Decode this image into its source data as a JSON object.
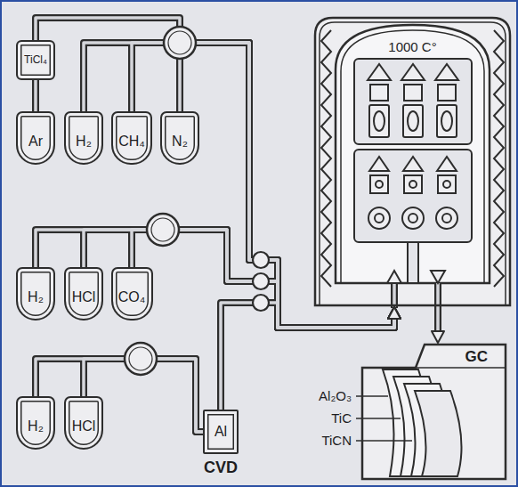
{
  "diagram": {
    "nodes": [
      {
        "text": [
          "TiCl₄"
        ]
      },
      {
        "text": [
          "Ar"
        ]
      },
      {
        "text": [
          "H₂"
        ]
      },
      {
        "text": [
          "CH₄"
        ]
      },
      {
        "text": [
          "N₂"
        ]
      },
      {
        "text": [
          "1000 C°"
        ]
      },
      {
        "text": [
          "H₂"
        ]
      },
      {
        "text": [
          "HCl"
        ]
      },
      {
        "text": [
          "CO₄"
        ]
      },
      {
        "text": [
          "H₂"
        ]
      },
      {
        "text": [
          "HCl"
        ]
      },
      {
        "text": [
          "Al"
        ]
      },
      {
        "text": [
          "GC"
        ]
      }
    ],
    "edges": [
      {
        "from": 1,
        "to": 0,
        "arrow": "none"
      },
      {
        "from": 0,
        "to": 5,
        "arrow": "to"
      },
      {
        "from": 2,
        "to": 5,
        "arrow": "to"
      },
      {
        "from": 3,
        "to": 5,
        "arrow": "to"
      },
      {
        "from": 4,
        "to": 5,
        "arrow": "to"
      },
      {
        "from": 6,
        "to": 5,
        "arrow": "to"
      },
      {
        "from": 7,
        "to": 5,
        "arrow": "to"
      },
      {
        "from": 8,
        "to": 5,
        "arrow": "to"
      },
      {
        "from": 9,
        "to": 11,
        "arrow": "none"
      },
      {
        "from": 10,
        "to": 11,
        "arrow": "none"
      },
      {
        "from": 11,
        "to": 5,
        "arrow": "to"
      },
      {
        "from": 5,
        "to": 12,
        "arrow": "to"
      }
    ],
    "labels": [
      "Al₂O₃",
      "TiC",
      "TiCN",
      "CVD"
    ]
  }
}
